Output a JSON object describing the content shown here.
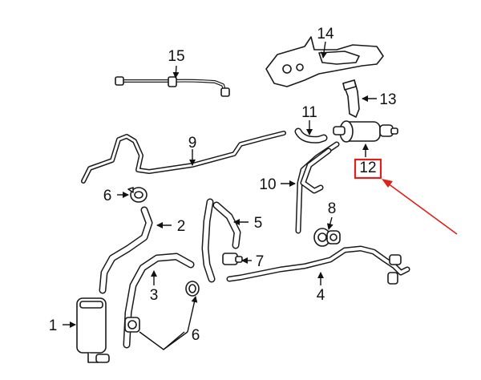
{
  "labels": {
    "l1": "1",
    "l2": "2",
    "l3": "3",
    "l4": "4",
    "l5": "5",
    "l6a": "6",
    "l6b": "6",
    "l7": "7",
    "l8": "8",
    "l9": "9",
    "l10": "10",
    "l11": "11",
    "l12": "12",
    "l13": "13",
    "l14": "14",
    "l15": "15"
  },
  "colors": {
    "line": "#1a1a1a",
    "highlight_box": "#e0201b",
    "pointer_arrow": "#e0201b"
  },
  "highlighted_part": "12"
}
